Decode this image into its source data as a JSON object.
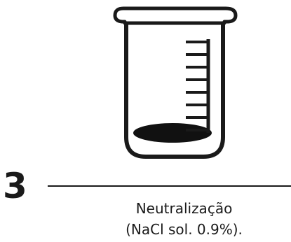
{
  "step": {
    "number": "3",
    "caption_line1": "Neutralização",
    "caption_line2": "(NaCl sol. 0.9%)."
  },
  "illustration": {
    "icon": "beaker-icon",
    "stroke_color": "#1a1a1a",
    "liquid_color": "#111111",
    "graduation_marks": 8
  }
}
